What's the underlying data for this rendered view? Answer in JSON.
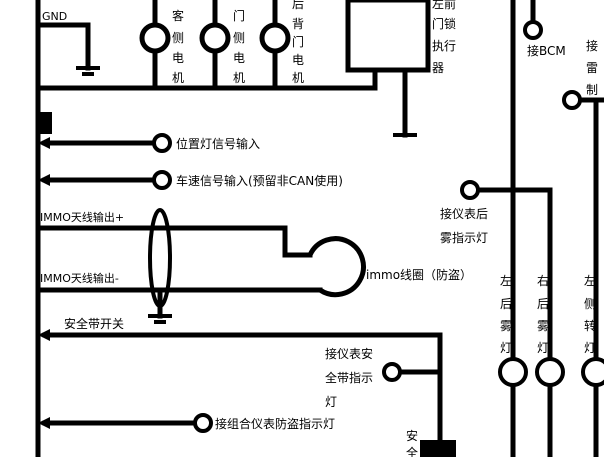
{
  "labels": {
    "gnd": "GND",
    "motor_passenger": [
      "客",
      "侧",
      "电",
      "机"
    ],
    "motor_door": [
      "门",
      "侧",
      "电",
      "机"
    ],
    "motor_rear": [
      "后",
      "背",
      "门",
      "电",
      "机"
    ],
    "actuator": [
      "左前",
      "门锁",
      "执行",
      "器"
    ],
    "bcm": "接BCM",
    "radar_right": [
      "接",
      "雷",
      "制"
    ],
    "position_light": "位置灯信号输入",
    "speed_signal": "车速信号输入(预留非CAN使用)",
    "immo_out_plus": "IMMO天线输出+",
    "immo_out_minus": "IMMO天线输出-",
    "immo_coil": "immo线圈（防盗）",
    "fog_indicator": [
      "接仪表后",
      "雾指示灯"
    ],
    "seatbelt_switch": "安全带开关",
    "seatbelt_indicator": [
      "接仪表安",
      "全带指示",
      "灯"
    ],
    "antitheft_indicator": "接组合仪表防盗指示灯",
    "left_fog": [
      "左",
      "后",
      "雾",
      "灯"
    ],
    "right_fog": [
      "右",
      "后",
      "雾",
      "灯"
    ],
    "left_side": [
      "左",
      "侧",
      "转",
      "灯"
    ],
    "bottom_fragment": "安",
    "bottom_fragment2": "全"
  },
  "colors": {
    "line": "#000000",
    "background": "#ffffff"
  }
}
